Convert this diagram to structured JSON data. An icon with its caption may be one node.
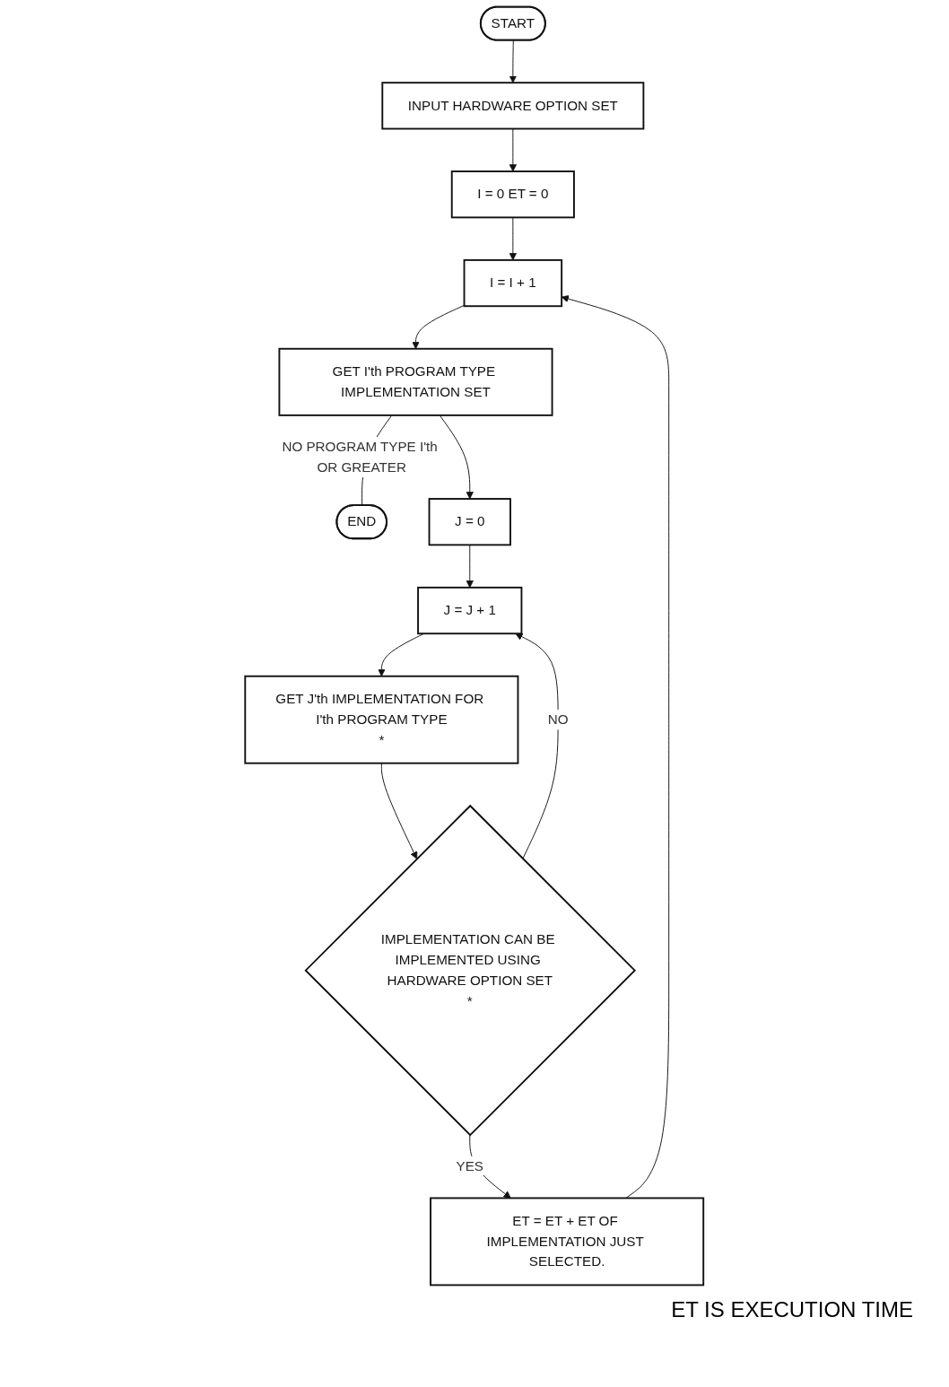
{
  "diagram": {
    "nodes": [
      {
        "text": [
          "START"
        ]
      },
      {
        "text": [
          "INPUT HARDWARE OPTION SET"
        ]
      },
      {
        "text": [
          "I = 0 ET = 0"
        ]
      },
      {
        "text": [
          "I = I + 1"
        ]
      },
      {
        "text": [
          "GET I'th PROGRAM TYPE IMPLEMENTATION SET"
        ]
      },
      {
        "text": [
          "END"
        ]
      },
      {
        "text": [
          "J = 0"
        ]
      },
      {
        "text": [
          "J = J + 1"
        ]
      },
      {
        "text": [
          "GET J'th IMPLEMENTATION FOR I'th PROGRAM TYPE",
          "*"
        ]
      },
      {
        "text": [
          "IMPLEMENTATION CAN BE IMPLEMENTED USING HARDWARE OPTION SET",
          "*"
        ]
      },
      {
        "text": [
          "ET = ET + ET OF IMPLEMENTATION JUST SELECTED."
        ]
      }
    ],
    "edges": [
      {
        "from": 0,
        "to": 1,
        "arrow": "to"
      },
      {
        "from": 1,
        "to": 2,
        "arrow": "to"
      },
      {
        "from": 2,
        "to": 3,
        "arrow": "to"
      },
      {
        "from": 3,
        "to": 4,
        "arrow": "to"
      },
      {
        "from": 4,
        "to": 5,
        "arrow": "none",
        "label": "NO PROGRAM TYPE I'th OR GREATER"
      },
      {
        "from": 4,
        "to": 6,
        "arrow": "to"
      },
      {
        "from": 6,
        "to": 7,
        "arrow": "to"
      },
      {
        "from": 7,
        "to": 8,
        "arrow": "to"
      },
      {
        "from": 8,
        "to": 9,
        "arrow": "to"
      },
      {
        "from": 9,
        "to": 7,
        "arrow": "to",
        "label": "NO"
      },
      {
        "from": 9,
        "to": 10,
        "arrow": "to",
        "label": "YES"
      },
      {
        "from": 10,
        "to": 3,
        "arrow": "to"
      }
    ],
    "labels": [
      "ET IS EXECUTION TIME"
    ]
  }
}
